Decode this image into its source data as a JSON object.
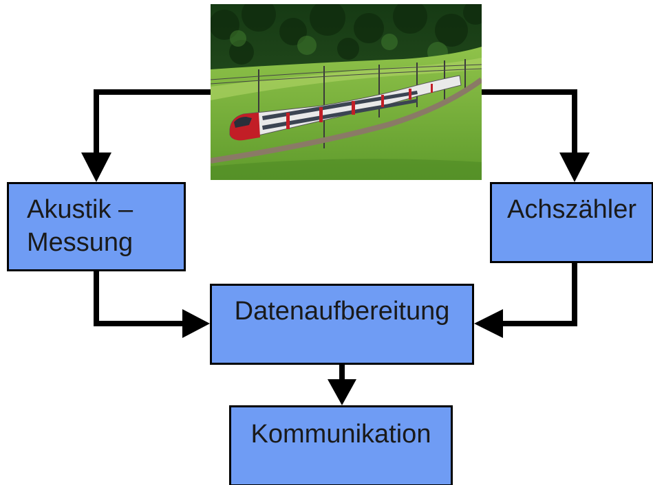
{
  "diagram": {
    "nodes": {
      "akustik": "Akustik –\nMessung",
      "achszaehler": "Achszähler",
      "datenaufbereitung": "Datenaufbereitung",
      "kommunikation": "Kommunikation"
    },
    "edges": [
      {
        "from": "train_photo",
        "to": "akustik"
      },
      {
        "from": "train_photo",
        "to": "achszaehler"
      },
      {
        "from": "akustik",
        "to": "datenaufbereitung"
      },
      {
        "from": "achszaehler",
        "to": "datenaufbereitung"
      },
      {
        "from": "datenaufbereitung",
        "to": "kommunikation"
      }
    ],
    "colors": {
      "box_fill": "#6f9cf4",
      "box_border": "#000000",
      "arrow": "#000000"
    }
  }
}
